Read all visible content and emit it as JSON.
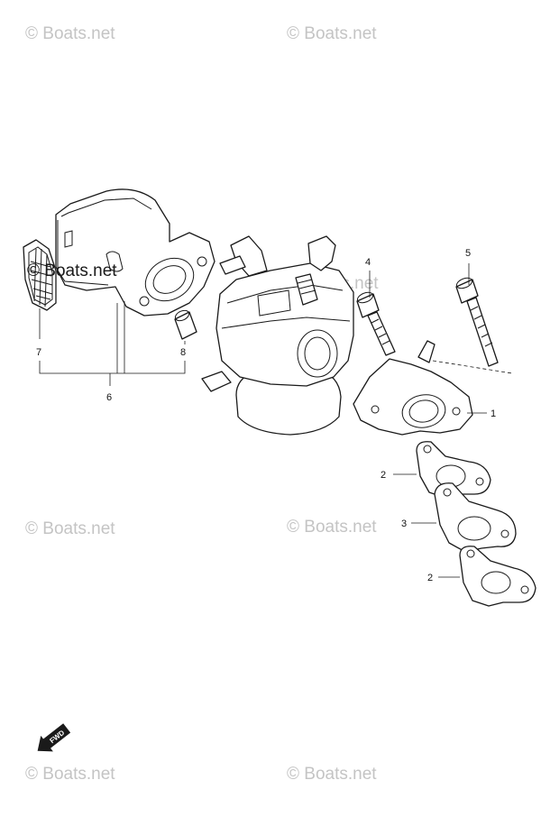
{
  "watermark": {
    "text": "© Boats.net"
  },
  "diagram_watermark": "© Boats.net",
  "callouts": {
    "p1": "1",
    "p2a": "2",
    "p2b": "2",
    "p3": "3",
    "p4": "4",
    "p5": "5",
    "p6": "6",
    "p7": "7",
    "p8": "8"
  },
  "fwd_label": "FWD",
  "colors": {
    "line": "#1a1a1a",
    "watermark": "#c4c4c4",
    "background": "#ffffff"
  }
}
